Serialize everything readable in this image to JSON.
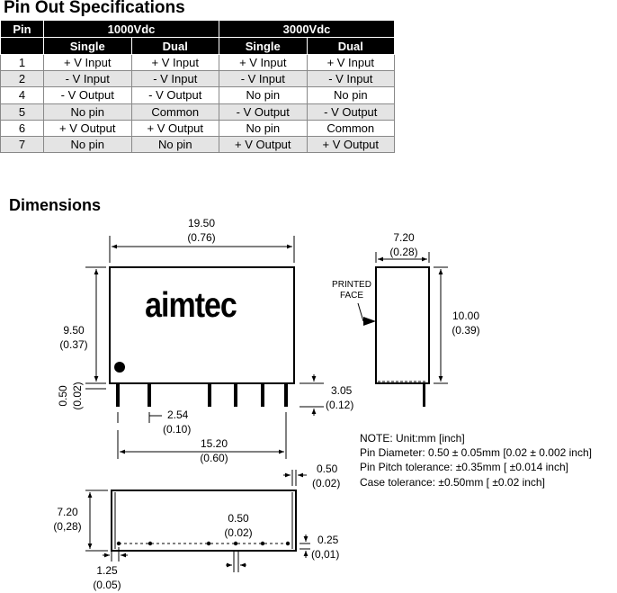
{
  "pinout": {
    "title": "Pin Out Specifications",
    "header_pin": "Pin",
    "groups": [
      "1000Vdc",
      "3000Vdc"
    ],
    "subheaders": [
      "Single",
      "Dual",
      "Single",
      "Dual"
    ],
    "rows": [
      {
        "pin": "1",
        "cells": [
          "+ V Input",
          "+ V Input",
          "+ V Input",
          "+ V Input"
        ]
      },
      {
        "pin": "2",
        "cells": [
          "- V Input",
          "- V Input",
          "- V Input",
          "- V Input"
        ]
      },
      {
        "pin": "4",
        "cells": [
          "- V Output",
          "- V Output",
          "No pin",
          "No pin"
        ]
      },
      {
        "pin": "5",
        "cells": [
          "No pin",
          "Common",
          "- V Output",
          "- V Output"
        ]
      },
      {
        "pin": "6",
        "cells": [
          "+ V Output",
          "+ V Output",
          "No pin",
          "Common"
        ]
      },
      {
        "pin": "7",
        "cells": [
          "No pin",
          "No pin",
          "+ V Output",
          "+ V Output"
        ]
      }
    ]
  },
  "dimensions": {
    "title": "Dimensions",
    "brand_logo": "aimtec",
    "labels": {
      "length_mm": "19.50",
      "length_in": "(0.76)",
      "width_mm": "7.20",
      "width_in": "(0.28)",
      "height_front_mm": "9.50",
      "height_front_in": "(0.37)",
      "height_side_mm": "10.00",
      "height_side_in": "(0.39)",
      "standoff_mm": "0.50",
      "standoff_in": "(0.02)",
      "pin_length_mm": "3.05",
      "pin_length_in": "(0.12)",
      "pitch_mm": "2.54",
      "pitch_in": "(0.10)",
      "span_mm": "15.20",
      "span_in": "(0.60)",
      "wall_mm": "0.50",
      "wall_in": "(0.02)",
      "bottom_height_mm": "7.20",
      "bottom_height_in": "(0,28)",
      "pin_dia_mm": "0.50",
      "pin_dia_in": "(0.02)",
      "offset_mm": "0.25",
      "offset_in": "(0,01)",
      "edge_mm": "1.25",
      "edge_in": "(0.05)",
      "printed_face_1": "PRINTED",
      "printed_face_2": "FACE"
    },
    "notes": [
      "NOTE: Unit:mm [inch]",
      "Pin Diameter: 0.50 ± 0.05mm [0.02 ± 0.002 inch]",
      "Pin Pitch tolerance: ±0.35mm [ ±0.014 inch]",
      "Case tolerance: ±0.50mm [ ±0.02 inch]"
    ]
  }
}
